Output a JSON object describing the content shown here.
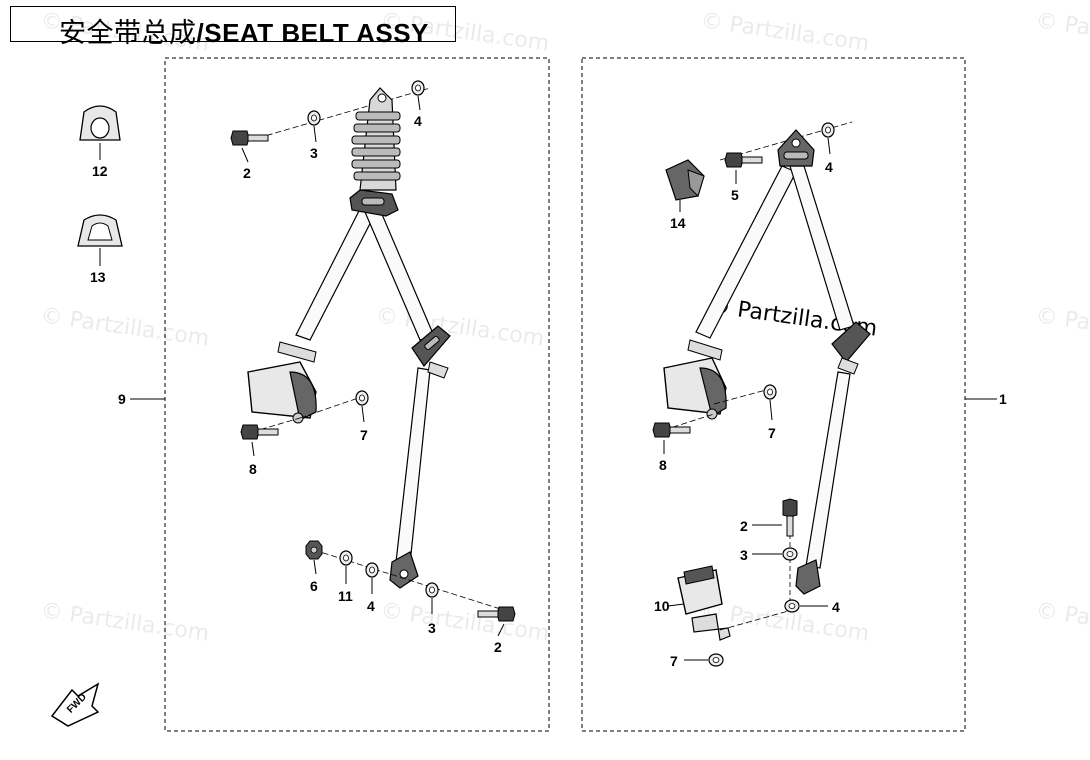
{
  "title": {
    "chinese": "安全带总成",
    "english": "/SEAT BELT ASSY"
  },
  "watermark": {
    "text": "© Partzilla.com",
    "center_text": "© Partzilla.com"
  },
  "fwd_text": "FWD",
  "callouts": {
    "left_group": "9",
    "right_group": "1",
    "left_panel": [
      "2",
      "3",
      "4",
      "7",
      "8",
      "6",
      "11",
      "4",
      "3",
      "2"
    ],
    "right_panel": [
      "4",
      "5",
      "14",
      "7",
      "8",
      "2",
      "3",
      "4",
      "10",
      "7"
    ],
    "loose": [
      "12",
      "13"
    ]
  },
  "colors": {
    "line": "#000000",
    "part_fill": "#e6e6e6",
    "part_dark": "#555555"
  }
}
